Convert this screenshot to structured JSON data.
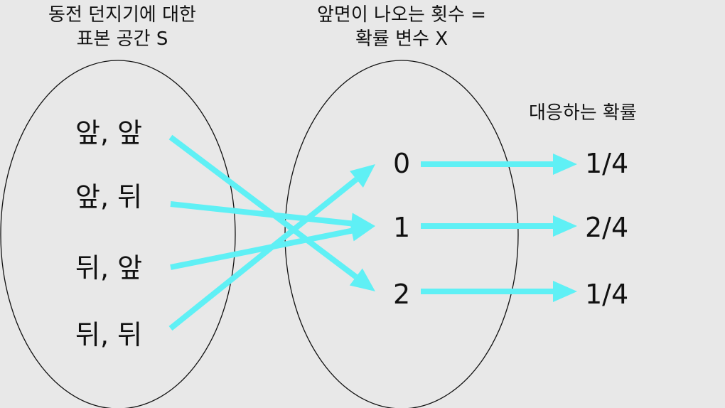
{
  "sample_space": {
    "title_line1": "동전 던지기에 대한",
    "title_line2": "표본 공간 S",
    "outcomes": [
      "앞, 앞",
      "앞, 뒤",
      "뒤, 앞",
      "뒤, 뒤"
    ]
  },
  "random_variable": {
    "title_line1": "앞면이 나오는 횟수 =",
    "title_line2": "확률 변수 X",
    "values": [
      "0",
      "1",
      "2"
    ]
  },
  "probabilities": {
    "title": "대응하는 확률",
    "values": [
      "1/4",
      "2/4",
      "1/4"
    ]
  },
  "mappings": [
    {
      "from": "앞, 앞",
      "to": "2"
    },
    {
      "from": "앞, 뒤",
      "to": "1"
    },
    {
      "from": "뒤, 앞",
      "to": "1"
    },
    {
      "from": "뒤, 뒤",
      "to": "0"
    }
  ],
  "colors": {
    "background": "#e8e8e8",
    "arrow": "#5ff0f5",
    "outline": "#111111",
    "text": "#111111"
  }
}
